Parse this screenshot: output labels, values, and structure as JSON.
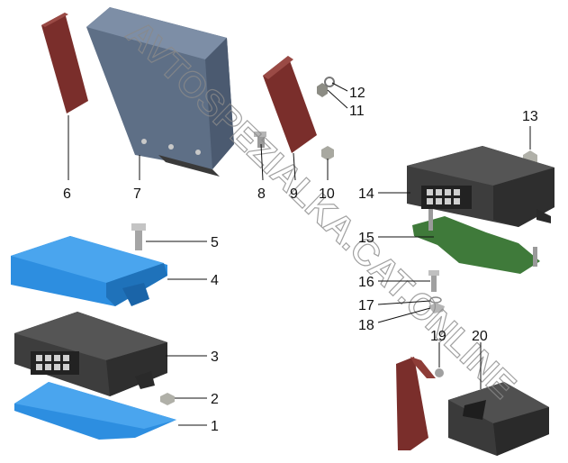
{
  "diagram": {
    "watermark": "AVTOSPEZIALKA.CAT.ONLINE",
    "callouts": [
      "1",
      "2",
      "3",
      "4",
      "5",
      "6",
      "7",
      "8",
      "9",
      "10",
      "11",
      "12",
      "13",
      "14",
      "15",
      "16",
      "17",
      "18",
      "19",
      "20"
    ]
  },
  "colors": {
    "blue_part": "#2d8ee0",
    "dark_red_part": "#7a2e2b",
    "dark_box": "#3d3d3d",
    "green_bracket": "#3f7a3a",
    "gray_ecu": "#5e6f86"
  }
}
